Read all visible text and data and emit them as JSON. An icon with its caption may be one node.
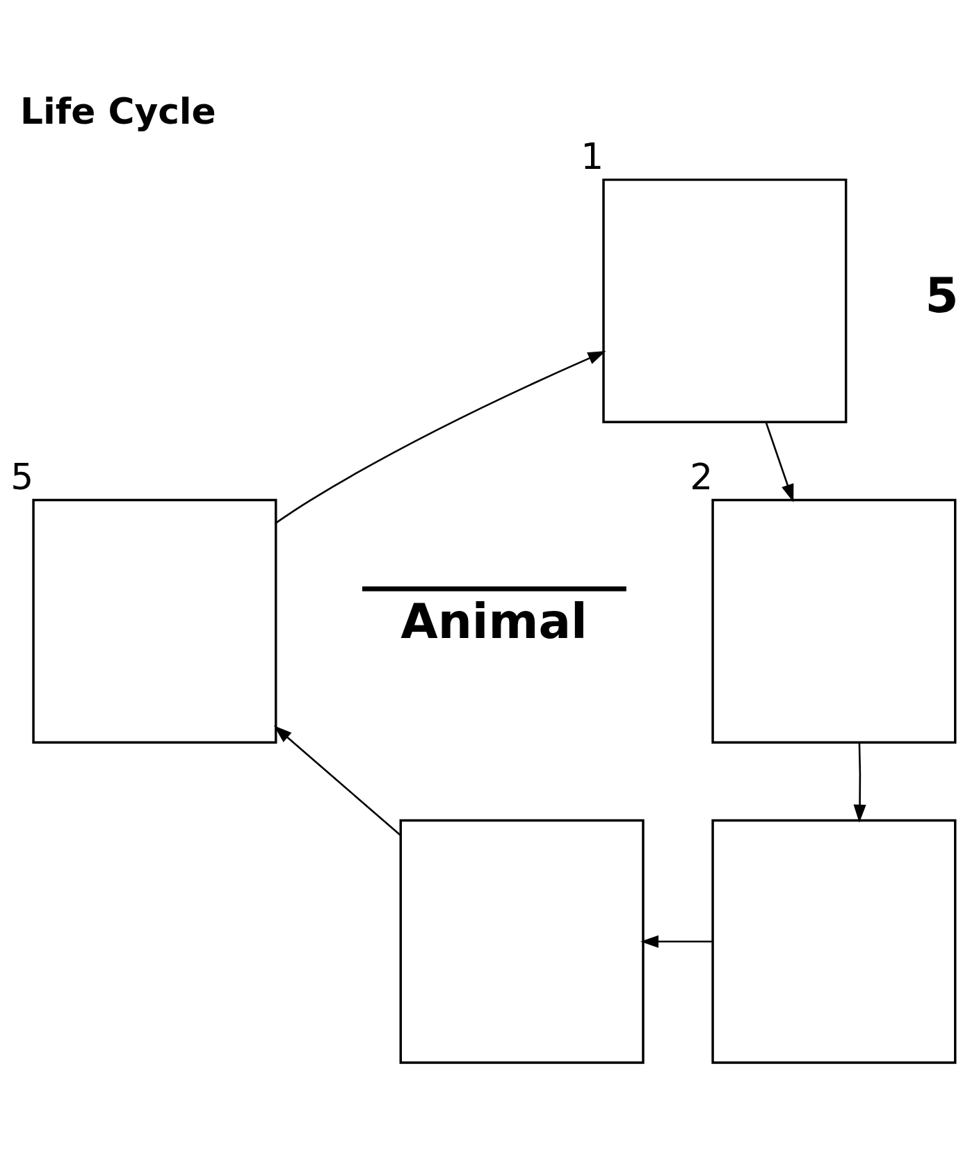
{
  "diagram": {
    "title": "Life Cycle",
    "nodes": [
      {
        "text": [],
        "shape": "box",
        "beside": [
          "1"
        ]
      },
      {
        "text": [],
        "shape": "box",
        "beside": [
          "2"
        ]
      },
      {
        "text": [],
        "shape": "box"
      },
      {
        "text": [],
        "shape": "box"
      },
      {
        "text": [],
        "shape": "box",
        "beside": [
          "5"
        ]
      }
    ],
    "edges": [
      {
        "from": 4,
        "to": 0,
        "arrow": "to"
      },
      {
        "from": 0,
        "to": 1,
        "arrow": "to"
      },
      {
        "from": 1,
        "to": 3,
        "arrow": "to"
      },
      {
        "from": 3,
        "to": 2,
        "arrow": "to"
      },
      {
        "from": 2,
        "to": 4,
        "arrow": "to"
      }
    ],
    "labels": [
      "5",
      "Animal"
    ]
  }
}
